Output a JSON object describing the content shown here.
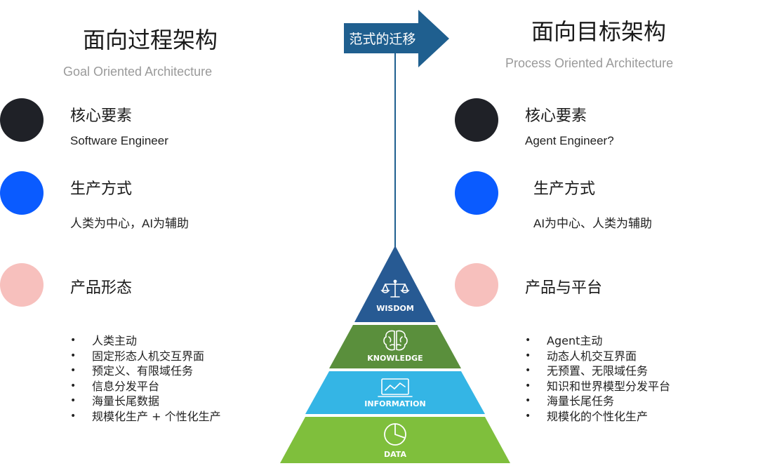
{
  "left": {
    "title": "面向过程架构",
    "subtitle": "Goal Oriented Architecture",
    "sections": [
      {
        "heading": "核心要素",
        "text": "Software Engineer",
        "color": "#1f2127"
      },
      {
        "heading": "生产方式",
        "text": "人类为中心，AI为辅助",
        "color": "#0a5bff"
      },
      {
        "heading": "产品形态",
        "color": "#f7c0bd"
      }
    ],
    "bullets": [
      "人类主动",
      "固定形态人机交互界面",
      "预定义、有限域任务",
      "信息分发平台",
      "海量长尾数据",
      "规模化生产 + 个性化生产"
    ]
  },
  "right": {
    "title": "面向目标架构",
    "subtitle": "Process Oriented Architecture",
    "sections": [
      {
        "heading": "核心要素",
        "text": "Agent Engineer?",
        "color": "#1f2127"
      },
      {
        "heading": "生产方式",
        "text": "AI为中心、人类为辅助",
        "color": "#0a5bff"
      },
      {
        "heading": "产品与平台",
        "color": "#f7c0bd"
      }
    ],
    "bullets": [
      "Agent主动",
      "动态人机交互界面",
      "无预置、无限域任务",
      "知识和世界模型分发平台",
      "海量长尾任务",
      "规模化的个性化生产"
    ]
  },
  "arrow": {
    "label": "范式的迁移",
    "color": "#1f5f8f"
  },
  "pyramid": {
    "levels": [
      {
        "label": "WISDOM",
        "icon": "scales-icon",
        "color": "#275a93"
      },
      {
        "label": "KNOWLEDGE",
        "icon": "brain-icon",
        "color": "#5a8f3c"
      },
      {
        "label": "INFORMATION",
        "icon": "monitor-chart-icon",
        "color": "#34b5e5"
      },
      {
        "label": "DATA",
        "icon": "pie-chart-icon",
        "color": "#7fbf3c"
      }
    ]
  }
}
